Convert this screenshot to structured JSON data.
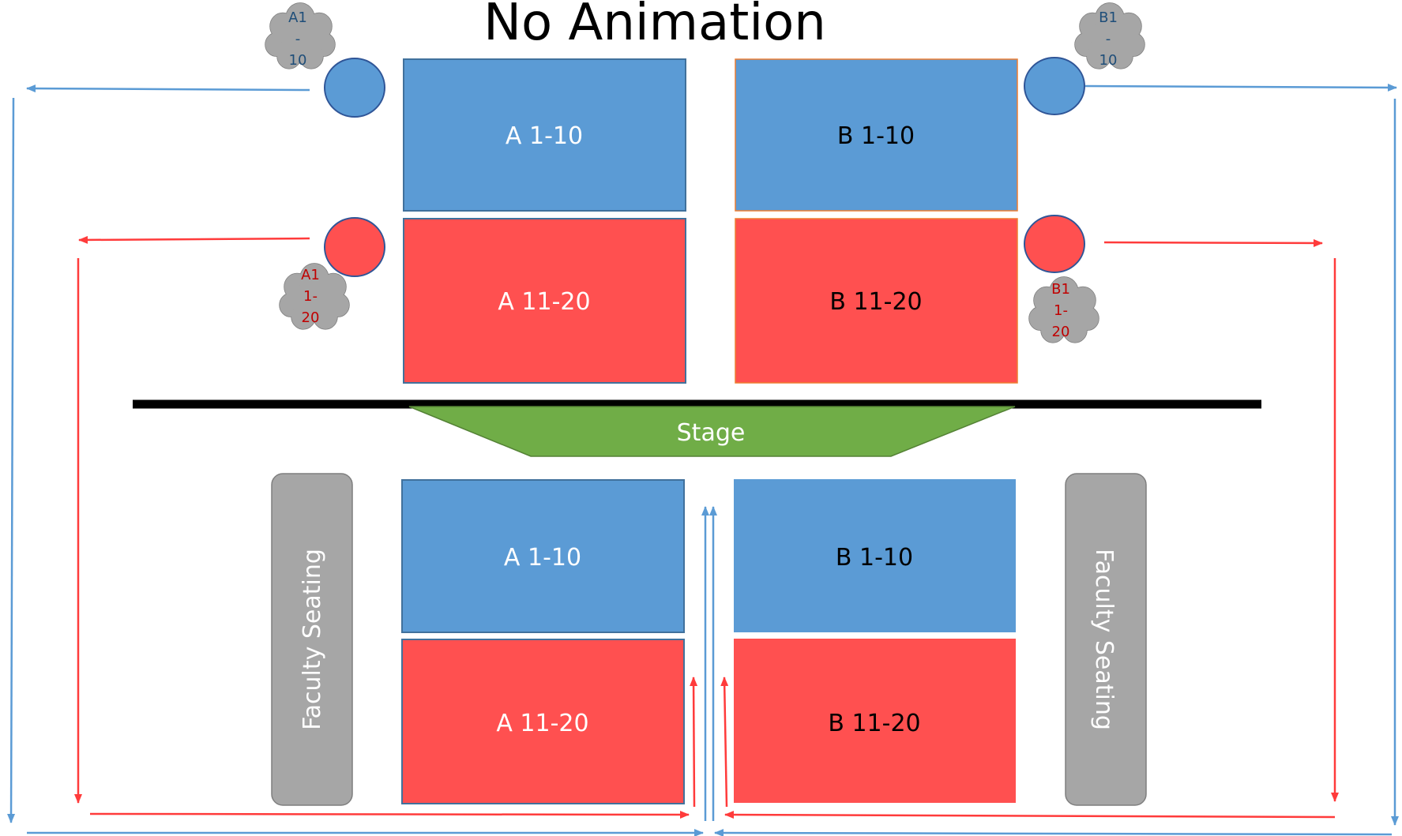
{
  "title": "No Animation",
  "stage": {
    "label": "Stage"
  },
  "faculty": {
    "left_label": "Faculty Seating",
    "right_label": "Faculty Seating"
  },
  "upper_blocks": {
    "a_blue": "A 1-10",
    "a_red": "A 11-20",
    "b_blue": "B 1-10",
    "b_red": "B 11-20"
  },
  "lower_blocks": {
    "a_blue": "A 1-10",
    "a_red": "A 11-20",
    "b_blue": "B 1-10",
    "b_red": "B 11-20"
  },
  "clouds": {
    "a_blue": [
      "A1",
      "-",
      "10"
    ],
    "b_blue": [
      "B1",
      "-",
      "10"
    ],
    "a_red": [
      "A1",
      "1-",
      "20"
    ],
    "b_red": [
      "B1",
      "1-",
      "20"
    ]
  },
  "colors": {
    "blue": "#5b9bd5",
    "red": "#ff5050",
    "stage_green": "#70ad47",
    "faculty_gray": "#a6a6a6",
    "cloud_gray": "#a6a6a6",
    "blue_text": "#1f4e79",
    "red_text": "#c00000"
  }
}
